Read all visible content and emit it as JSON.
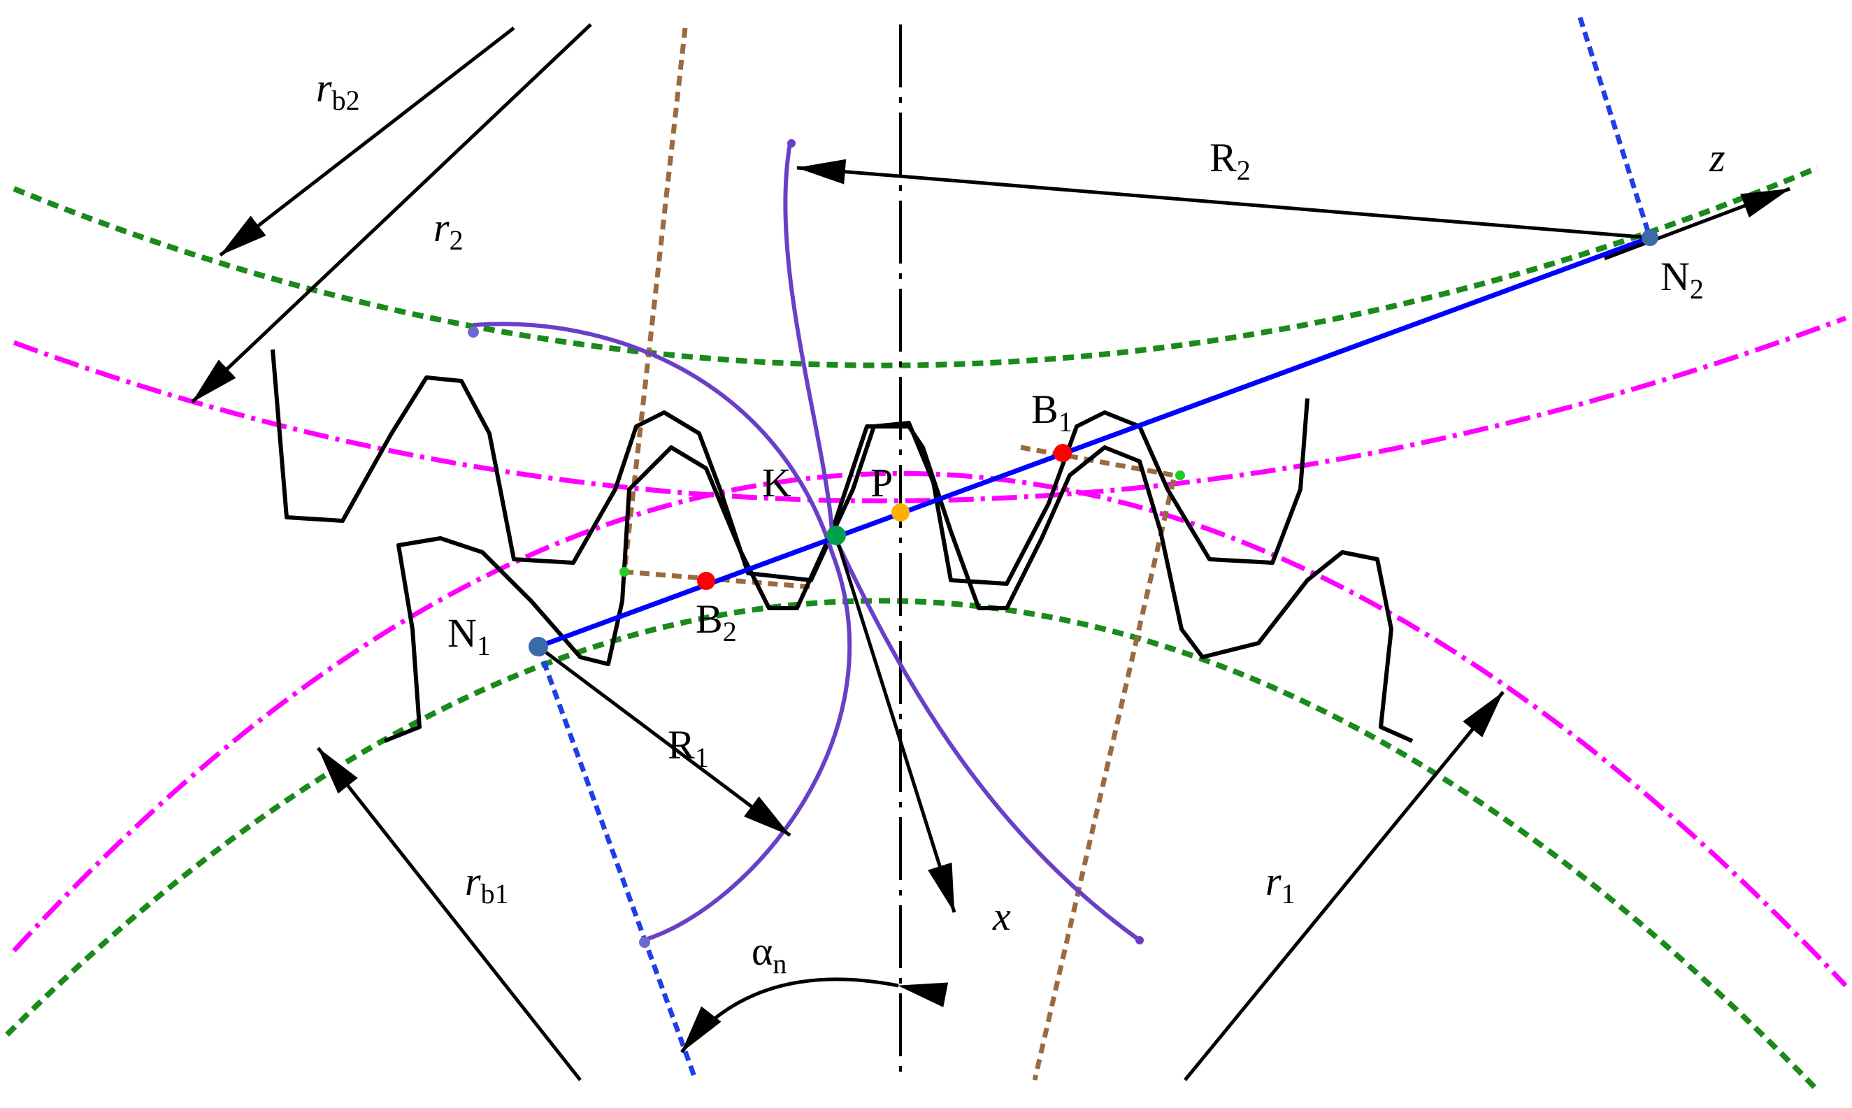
{
  "labels": {
    "rb2": {
      "main": "r",
      "sub": "b2"
    },
    "r2": {
      "main": "r",
      "sub": "2"
    },
    "R2": {
      "main": "R",
      "sub": "2"
    },
    "z": "z",
    "N2": {
      "main": "N",
      "sub": "2"
    },
    "B1": {
      "main": "B",
      "sub": "1"
    },
    "K": "K",
    "P": "P",
    "N1": {
      "main": "N",
      "sub": "1"
    },
    "B2": {
      "main": "B",
      "sub": "2"
    },
    "R1": {
      "main": "R",
      "sub": "1"
    },
    "rb1": {
      "main": "r",
      "sub": "b1"
    },
    "x": "x",
    "alpha": {
      "main": "α",
      "sub": "n"
    },
    "r1": {
      "main": "r",
      "sub": "1"
    }
  },
  "colors": {
    "base_circle": "#1a8a1a",
    "pitch_circle": "#ff00ff",
    "line_of_action": "#0000ff",
    "normal_extension": "#1f3fe6",
    "curvature_circle": "#6a3fc8",
    "construction": "#9b6b3f",
    "tooth_profile": "#000000",
    "point_B": "#ff0000",
    "point_P": "#ffb000",
    "point_K": "#00a050",
    "point_N": "#3a6aa8"
  }
}
